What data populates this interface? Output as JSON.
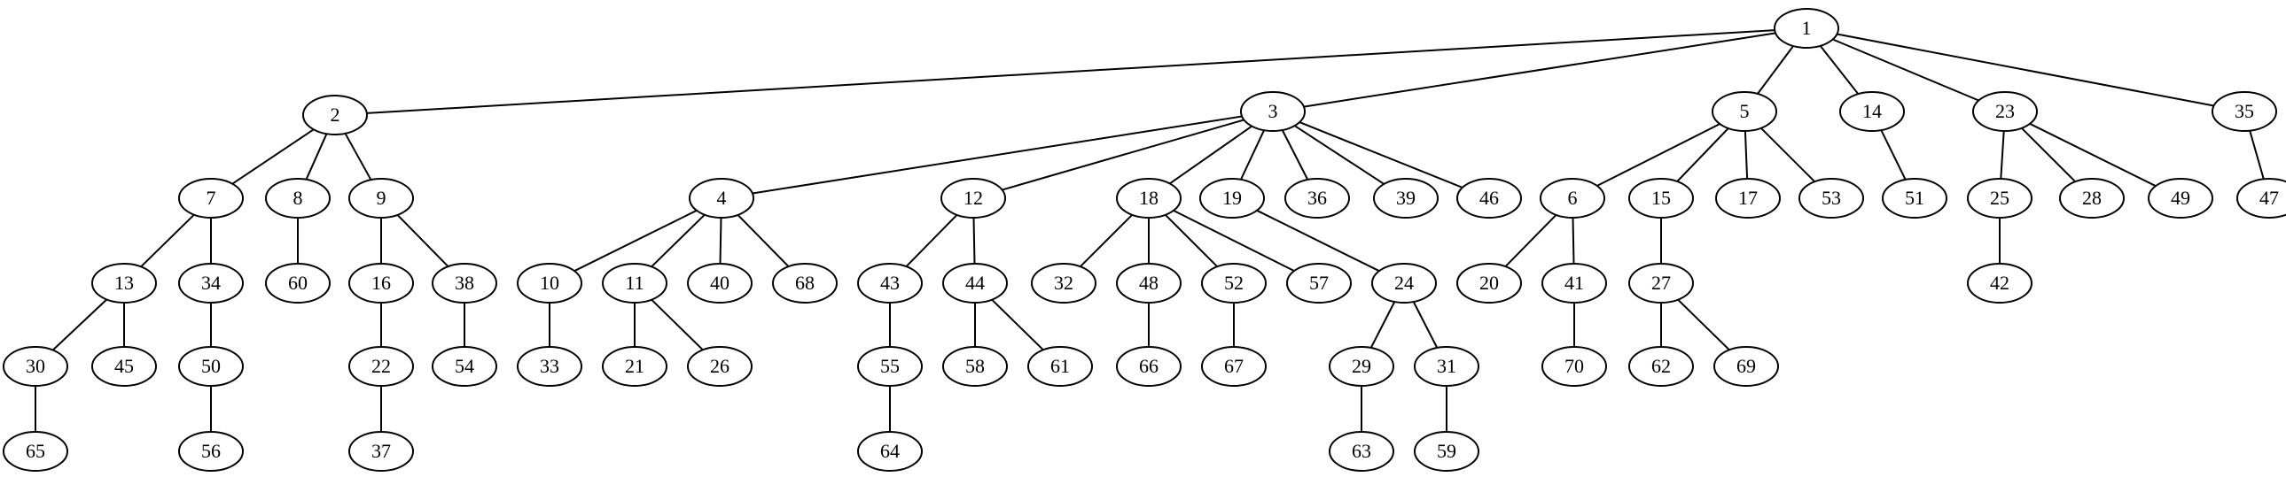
{
  "graph": {
    "type": "tree",
    "root": "1",
    "nodes": [
      "1",
      "2",
      "3",
      "4",
      "5",
      "6",
      "7",
      "8",
      "9",
      "10",
      "11",
      "12",
      "13",
      "14",
      "15",
      "16",
      "17",
      "18",
      "19",
      "20",
      "21",
      "22",
      "23",
      "24",
      "25",
      "26",
      "27",
      "28",
      "29",
      "30",
      "31",
      "32",
      "33",
      "34",
      "35",
      "36",
      "37",
      "38",
      "39",
      "40",
      "41",
      "42",
      "43",
      "44",
      "45",
      "46",
      "47",
      "48",
      "49",
      "50",
      "51",
      "52",
      "53",
      "54",
      "55",
      "56",
      "57",
      "58",
      "59",
      "60",
      "61",
      "62",
      "63",
      "64",
      "65",
      "66",
      "67",
      "68",
      "69",
      "70"
    ],
    "edges": [
      [
        "1",
        "2"
      ],
      [
        "1",
        "3"
      ],
      [
        "1",
        "5"
      ],
      [
        "1",
        "14"
      ],
      [
        "1",
        "23"
      ],
      [
        "1",
        "35"
      ],
      [
        "2",
        "7"
      ],
      [
        "2",
        "8"
      ],
      [
        "2",
        "9"
      ],
      [
        "3",
        "4"
      ],
      [
        "3",
        "12"
      ],
      [
        "3",
        "18"
      ],
      [
        "3",
        "19"
      ],
      [
        "3",
        "36"
      ],
      [
        "3",
        "39"
      ],
      [
        "3",
        "46"
      ],
      [
        "5",
        "6"
      ],
      [
        "5",
        "15"
      ],
      [
        "5",
        "17"
      ],
      [
        "5",
        "53"
      ],
      [
        "14",
        "51"
      ],
      [
        "23",
        "25"
      ],
      [
        "23",
        "28"
      ],
      [
        "23",
        "49"
      ],
      [
        "35",
        "47"
      ],
      [
        "7",
        "13"
      ],
      [
        "7",
        "34"
      ],
      [
        "8",
        "60"
      ],
      [
        "9",
        "16"
      ],
      [
        "9",
        "38"
      ],
      [
        "4",
        "10"
      ],
      [
        "4",
        "11"
      ],
      [
        "4",
        "40"
      ],
      [
        "4",
        "68"
      ],
      [
        "12",
        "43"
      ],
      [
        "12",
        "44"
      ],
      [
        "18",
        "32"
      ],
      [
        "18",
        "48"
      ],
      [
        "18",
        "52"
      ],
      [
        "18",
        "57"
      ],
      [
        "19",
        "24"
      ],
      [
        "6",
        "20"
      ],
      [
        "6",
        "41"
      ],
      [
        "15",
        "27"
      ],
      [
        "25",
        "42"
      ],
      [
        "13",
        "30"
      ],
      [
        "13",
        "45"
      ],
      [
        "34",
        "50"
      ],
      [
        "16",
        "22"
      ],
      [
        "38",
        "54"
      ],
      [
        "10",
        "33"
      ],
      [
        "11",
        "21"
      ],
      [
        "11",
        "26"
      ],
      [
        "43",
        "55"
      ],
      [
        "44",
        "58"
      ],
      [
        "44",
        "61"
      ],
      [
        "48",
        "66"
      ],
      [
        "52",
        "67"
      ],
      [
        "24",
        "29"
      ],
      [
        "24",
        "31"
      ],
      [
        "41",
        "70"
      ],
      [
        "27",
        "62"
      ],
      [
        "27",
        "69"
      ],
      [
        "30",
        "65"
      ],
      [
        "50",
        "56"
      ],
      [
        "22",
        "37"
      ],
      [
        "55",
        "64"
      ],
      [
        "29",
        "63"
      ],
      [
        "31",
        "59"
      ]
    ]
  }
}
